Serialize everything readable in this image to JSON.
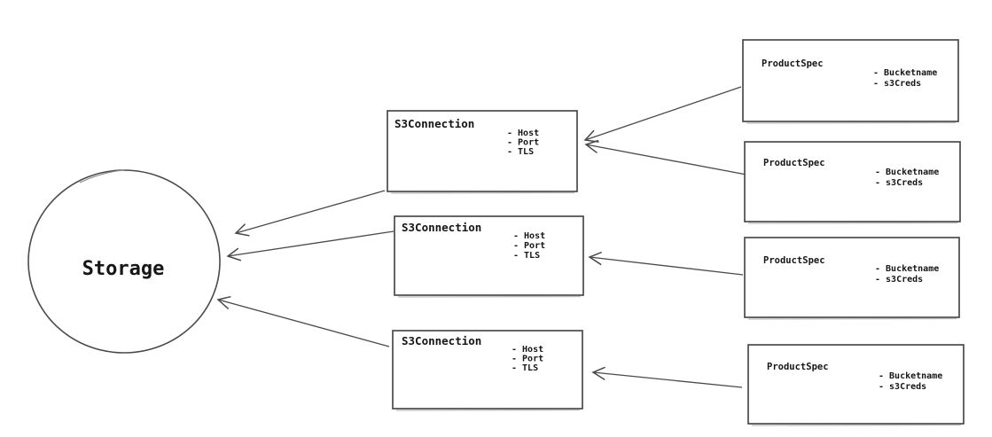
{
  "diagram": {
    "background_color": "#ffffff",
    "stroke_color": "#3f3f3f",
    "text_color": "#161616",
    "storage": {
      "label": "Storage"
    },
    "s3_connections": [
      {
        "title": "S3Connection",
        "attributes": [
          "- Host",
          "- Port",
          "- TLS"
        ]
      },
      {
        "title": "S3Connection",
        "attributes": [
          "- Host",
          "- Port",
          "- TLS"
        ]
      },
      {
        "title": "S3Connection",
        "attributes": [
          "- Host",
          "- Port",
          "- TLS"
        ]
      }
    ],
    "product_specs": [
      {
        "title": "ProductSpec",
        "attributes": [
          "- Bucketname",
          "- s3Creds"
        ]
      },
      {
        "title": "ProductSpec",
        "attributes": [
          "- Bucketname",
          "- s3Creds"
        ]
      },
      {
        "title": "ProductSpec",
        "attributes": [
          "- Bucketname",
          "- s3Creds"
        ]
      },
      {
        "title": "ProductSpec",
        "attributes": [
          "- Bucketname",
          "- s3Creds"
        ]
      }
    ],
    "edges": [
      {
        "from": "ProductSpec-1",
        "to": "S3Connection-1"
      },
      {
        "from": "ProductSpec-2",
        "to": "S3Connection-1"
      },
      {
        "from": "ProductSpec-3",
        "to": "S3Connection-2"
      },
      {
        "from": "ProductSpec-4",
        "to": "S3Connection-3"
      },
      {
        "from": "S3Connection-1",
        "to": "Storage"
      },
      {
        "from": "S3Connection-2",
        "to": "Storage"
      },
      {
        "from": "S3Connection-3",
        "to": "Storage"
      }
    ]
  }
}
